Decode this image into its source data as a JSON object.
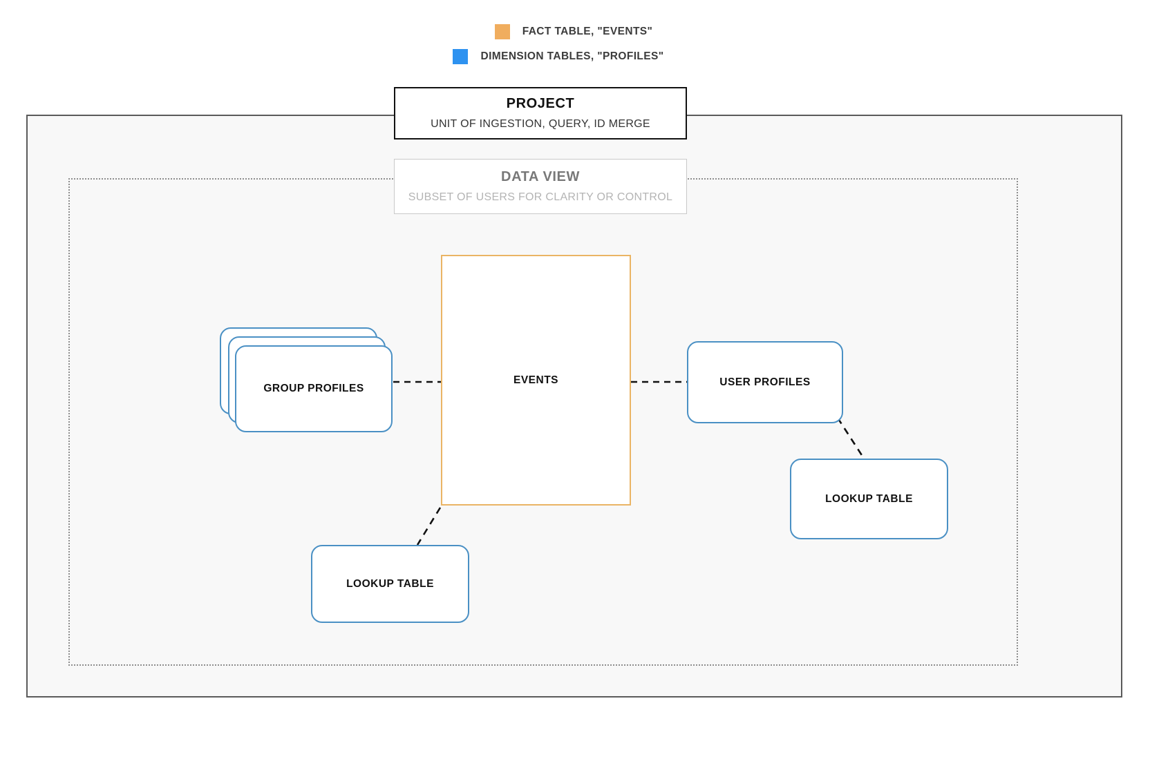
{
  "legend": {
    "items": [
      {
        "label": "FACT TABLE, \"EVENTS\"",
        "color": "#f0ad5e",
        "icon": "square-swatch-icon"
      },
      {
        "label": "DIMENSION TABLES, \"PROFILES\"",
        "color": "#2e92f0",
        "icon": "square-swatch-icon"
      }
    ]
  },
  "project": {
    "title": "PROJECT",
    "subtitle": "UNIT OF INGESTION, QUERY, ID MERGE"
  },
  "data_view": {
    "title": "DATA VIEW",
    "subtitle": "SUBSET OF USERS FOR CLARITY OR CONTROL"
  },
  "nodes": {
    "events": "EVENTS",
    "group_profiles": "GROUP PROFILES",
    "user_profiles": "USER PROFILES",
    "lookup_table_left": "LOOKUP TABLE",
    "lookup_table_right": "LOOKUP TABLE"
  },
  "colors": {
    "fact_table": "#f0ad5e",
    "dimension_table": "#2e92f0",
    "events_border": "#eab464",
    "profile_border": "#4a90c4",
    "project_border": "#111111",
    "data_view_border": "#c9c9c9",
    "frame_background": "#f8f8f8",
    "connector": "#111111"
  }
}
